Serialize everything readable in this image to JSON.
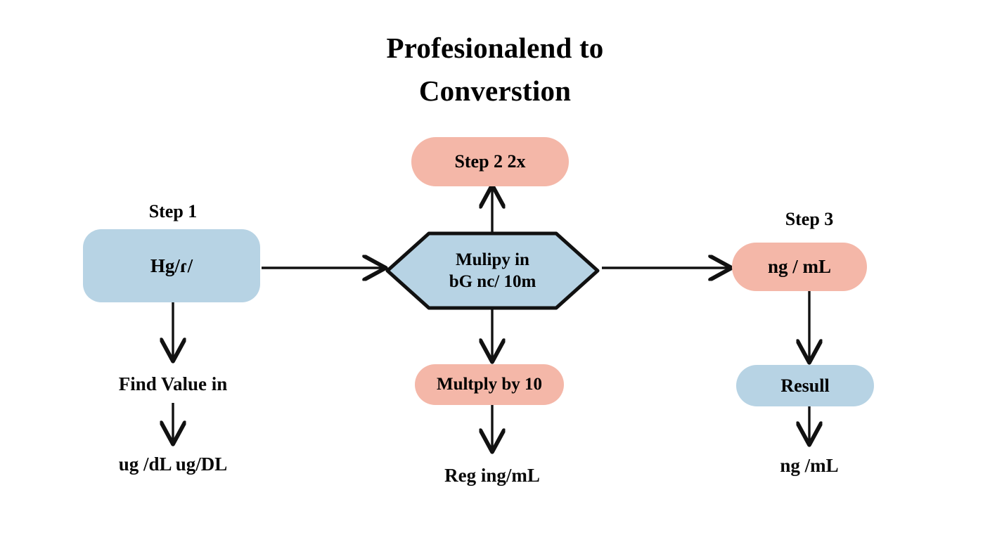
{
  "title": {
    "line1": "Profesionalend to",
    "line2": "Converstion"
  },
  "colors": {
    "blue": "#b7d3e4",
    "salmon": "#f4b7a8",
    "stroke": "#111111",
    "background": "#ffffff",
    "text": "#000000"
  },
  "columns": {
    "left": {
      "caption": "Step 1",
      "node": "Hg/ɾ/",
      "text1": "Find Value in",
      "text2": "ug /dL ug/DL"
    },
    "center": {
      "top_node": "Step 2 2x",
      "decision_line1": "Mulipy in",
      "decision_line2": "bG nc/ 10m",
      "bottom_node": "Multply by 10",
      "bottom_text": "Reg ing/mL"
    },
    "right": {
      "caption": "Step 3",
      "node": "ng / mL",
      "result_node": "Resull",
      "bottom_text": "ng /mL"
    }
  },
  "chart_data": {
    "type": "diagram",
    "diagram_kind": "flowchart",
    "title": "Profesionalend to Converstion",
    "nodes": [
      {
        "id": "step1-caption",
        "label": "Step 1",
        "shape": "text",
        "fill": "none",
        "column": "left",
        "row": 0
      },
      {
        "id": "step1-box",
        "label": "Hg/ɾ/",
        "shape": "roundrect",
        "fill": "#b7d3e4",
        "column": "left",
        "row": 1
      },
      {
        "id": "find-value",
        "label": "Find Value in",
        "shape": "text",
        "fill": "none",
        "column": "left",
        "row": 2
      },
      {
        "id": "ug-dl",
        "label": "ug /dL ug/DL",
        "shape": "text",
        "fill": "none",
        "column": "left",
        "row": 3
      },
      {
        "id": "step2-pill",
        "label": "Step 2 2x",
        "shape": "pill",
        "fill": "#f4b7a8",
        "column": "center",
        "row": 0
      },
      {
        "id": "decision",
        "label": "Mulipy in bG nc/ 10m",
        "shape": "hexagon",
        "fill": "#b7d3e4",
        "column": "center",
        "row": 1
      },
      {
        "id": "multiply-10",
        "label": "Multply by 10",
        "shape": "pill",
        "fill": "#f4b7a8",
        "column": "center",
        "row": 2
      },
      {
        "id": "reg-ing",
        "label": "Reg ing/mL",
        "shape": "text",
        "fill": "none",
        "column": "center",
        "row": 3
      },
      {
        "id": "step3-caption",
        "label": "Step 3",
        "shape": "text",
        "fill": "none",
        "column": "right",
        "row": 0
      },
      {
        "id": "step3-pill",
        "label": "ng / mL",
        "shape": "pill",
        "fill": "#f4b7a8",
        "column": "right",
        "row": 1
      },
      {
        "id": "result-pill",
        "label": "Resull",
        "shape": "pill",
        "fill": "#b7d3e4",
        "column": "right",
        "row": 2
      },
      {
        "id": "ng-ml",
        "label": "ng /mL",
        "shape": "text",
        "fill": "none",
        "column": "right",
        "row": 3
      }
    ],
    "edges": [
      {
        "from": "step1-box",
        "to": "decision",
        "direction": "right"
      },
      {
        "from": "decision",
        "to": "step3-pill",
        "direction": "right"
      },
      {
        "from": "decision",
        "to": "step2-pill",
        "direction": "up"
      },
      {
        "from": "step1-box",
        "to": "find-value",
        "direction": "down"
      },
      {
        "from": "find-value",
        "to": "ug-dl",
        "direction": "down"
      },
      {
        "from": "decision",
        "to": "multiply-10",
        "direction": "down"
      },
      {
        "from": "multiply-10",
        "to": "reg-ing",
        "direction": "down"
      },
      {
        "from": "step3-pill",
        "to": "result-pill",
        "direction": "down"
      },
      {
        "from": "result-pill",
        "to": "ng-ml",
        "direction": "down"
      }
    ]
  }
}
